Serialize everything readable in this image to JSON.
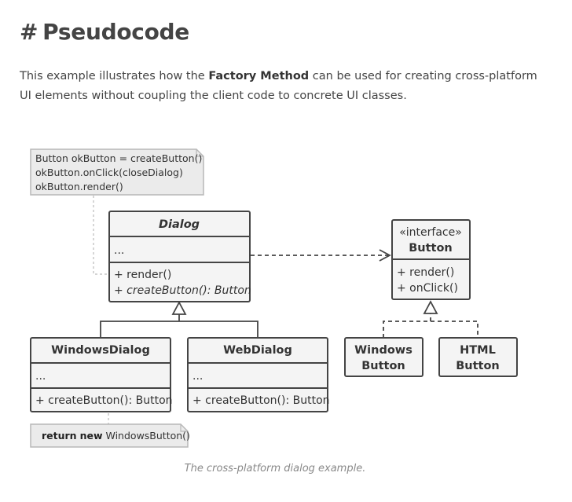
{
  "heading": {
    "hash": "#",
    "title": "Pseudocode"
  },
  "intro": {
    "before": "This example illustrates how the ",
    "bold": "Factory Method",
    "after": " can be used for creating cross-platform UI elements without coupling the client code to concrete UI classes."
  },
  "diagram": {
    "note_client": {
      "line1": "Button okButton = createButton()",
      "line2": "okButton.onClick(closeDialog)",
      "line3": "okButton.render()"
    },
    "dialog": {
      "name": "Dialog",
      "fields": "...",
      "method1": "+ render()",
      "method2": "+ createButton(): Button"
    },
    "button_interface": {
      "stereotype": "«interface»",
      "name": "Button",
      "method1": "+ render()",
      "method2": "+ onClick()"
    },
    "windows_dialog": {
      "name": "WindowsDialog",
      "fields": "...",
      "method1": "+ createButton(): Button"
    },
    "web_dialog": {
      "name": "WebDialog",
      "fields": "...",
      "method1": "+ createButton(): Button"
    },
    "windows_button": {
      "line1": "Windows",
      "line2": "Button"
    },
    "html_button": {
      "line1": "HTML",
      "line2": "Button"
    },
    "note_windows": {
      "keyword1": "return",
      "keyword2": "new",
      "text": "WindowsButton()"
    }
  },
  "caption": "The cross-platform dialog example."
}
